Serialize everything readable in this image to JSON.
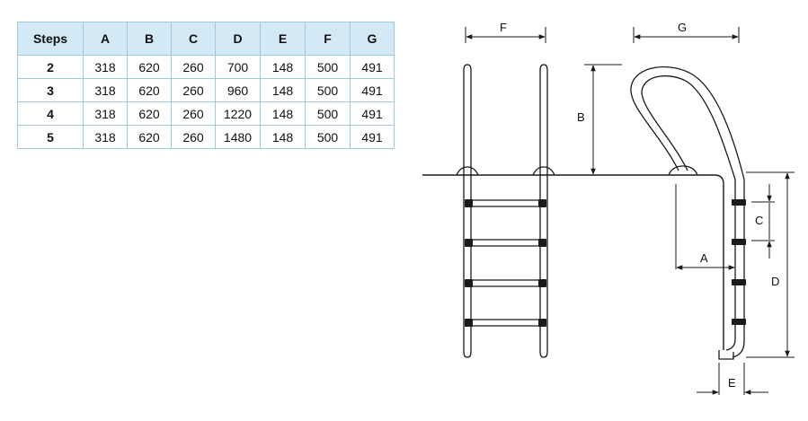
{
  "table": {
    "headers": [
      "Steps",
      "A",
      "B",
      "C",
      "D",
      "E",
      "F",
      "G"
    ],
    "rows": [
      [
        "2",
        "318",
        "620",
        "260",
        "700",
        "148",
        "500",
        "491"
      ],
      [
        "3",
        "318",
        "620",
        "260",
        "960",
        "148",
        "500",
        "491"
      ],
      [
        "4",
        "318",
        "620",
        "260",
        "1220",
        "148",
        "500",
        "491"
      ],
      [
        "5",
        "318",
        "620",
        "260",
        "1480",
        "148",
        "500",
        "491"
      ]
    ]
  },
  "diagram": {
    "labels": {
      "F": "F",
      "G": "G",
      "B": "B",
      "C": "C",
      "A": "A",
      "D": "D",
      "E": "E"
    }
  },
  "colors": {
    "header_bg": "#d3eaf6",
    "border": "#9fc9df",
    "line": "#1a1a1a"
  }
}
